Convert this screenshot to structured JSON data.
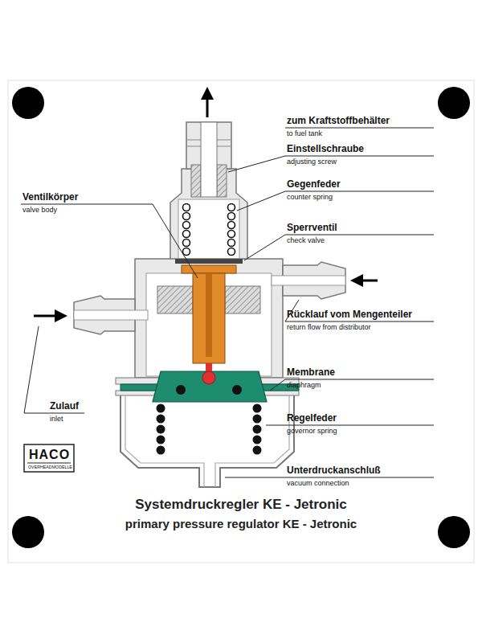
{
  "diagram": {
    "title": "Systemdruckregler KE - Jetronic",
    "caption": "primary pressure regulator KE - Jetronic",
    "labels": [
      "zum Kraftstoffbehälter",
      "to fuel tank",
      "Einstellschraube",
      "adjusting screw",
      "Gegenfeder",
      "counter spring",
      "Sperrventil",
      "check valve",
      "Ventilkörper",
      "valve body",
      "Rücklauf vom Mengenteiler",
      "return flow from distributor",
      "Membrane",
      "diaphragm",
      "Zulauf",
      "inlet",
      "Regelfeder",
      "governor spring",
      "Unterdruckanschluß",
      "vacuum connection",
      "HACO",
      "OVERHEADMODELLE"
    ]
  }
}
